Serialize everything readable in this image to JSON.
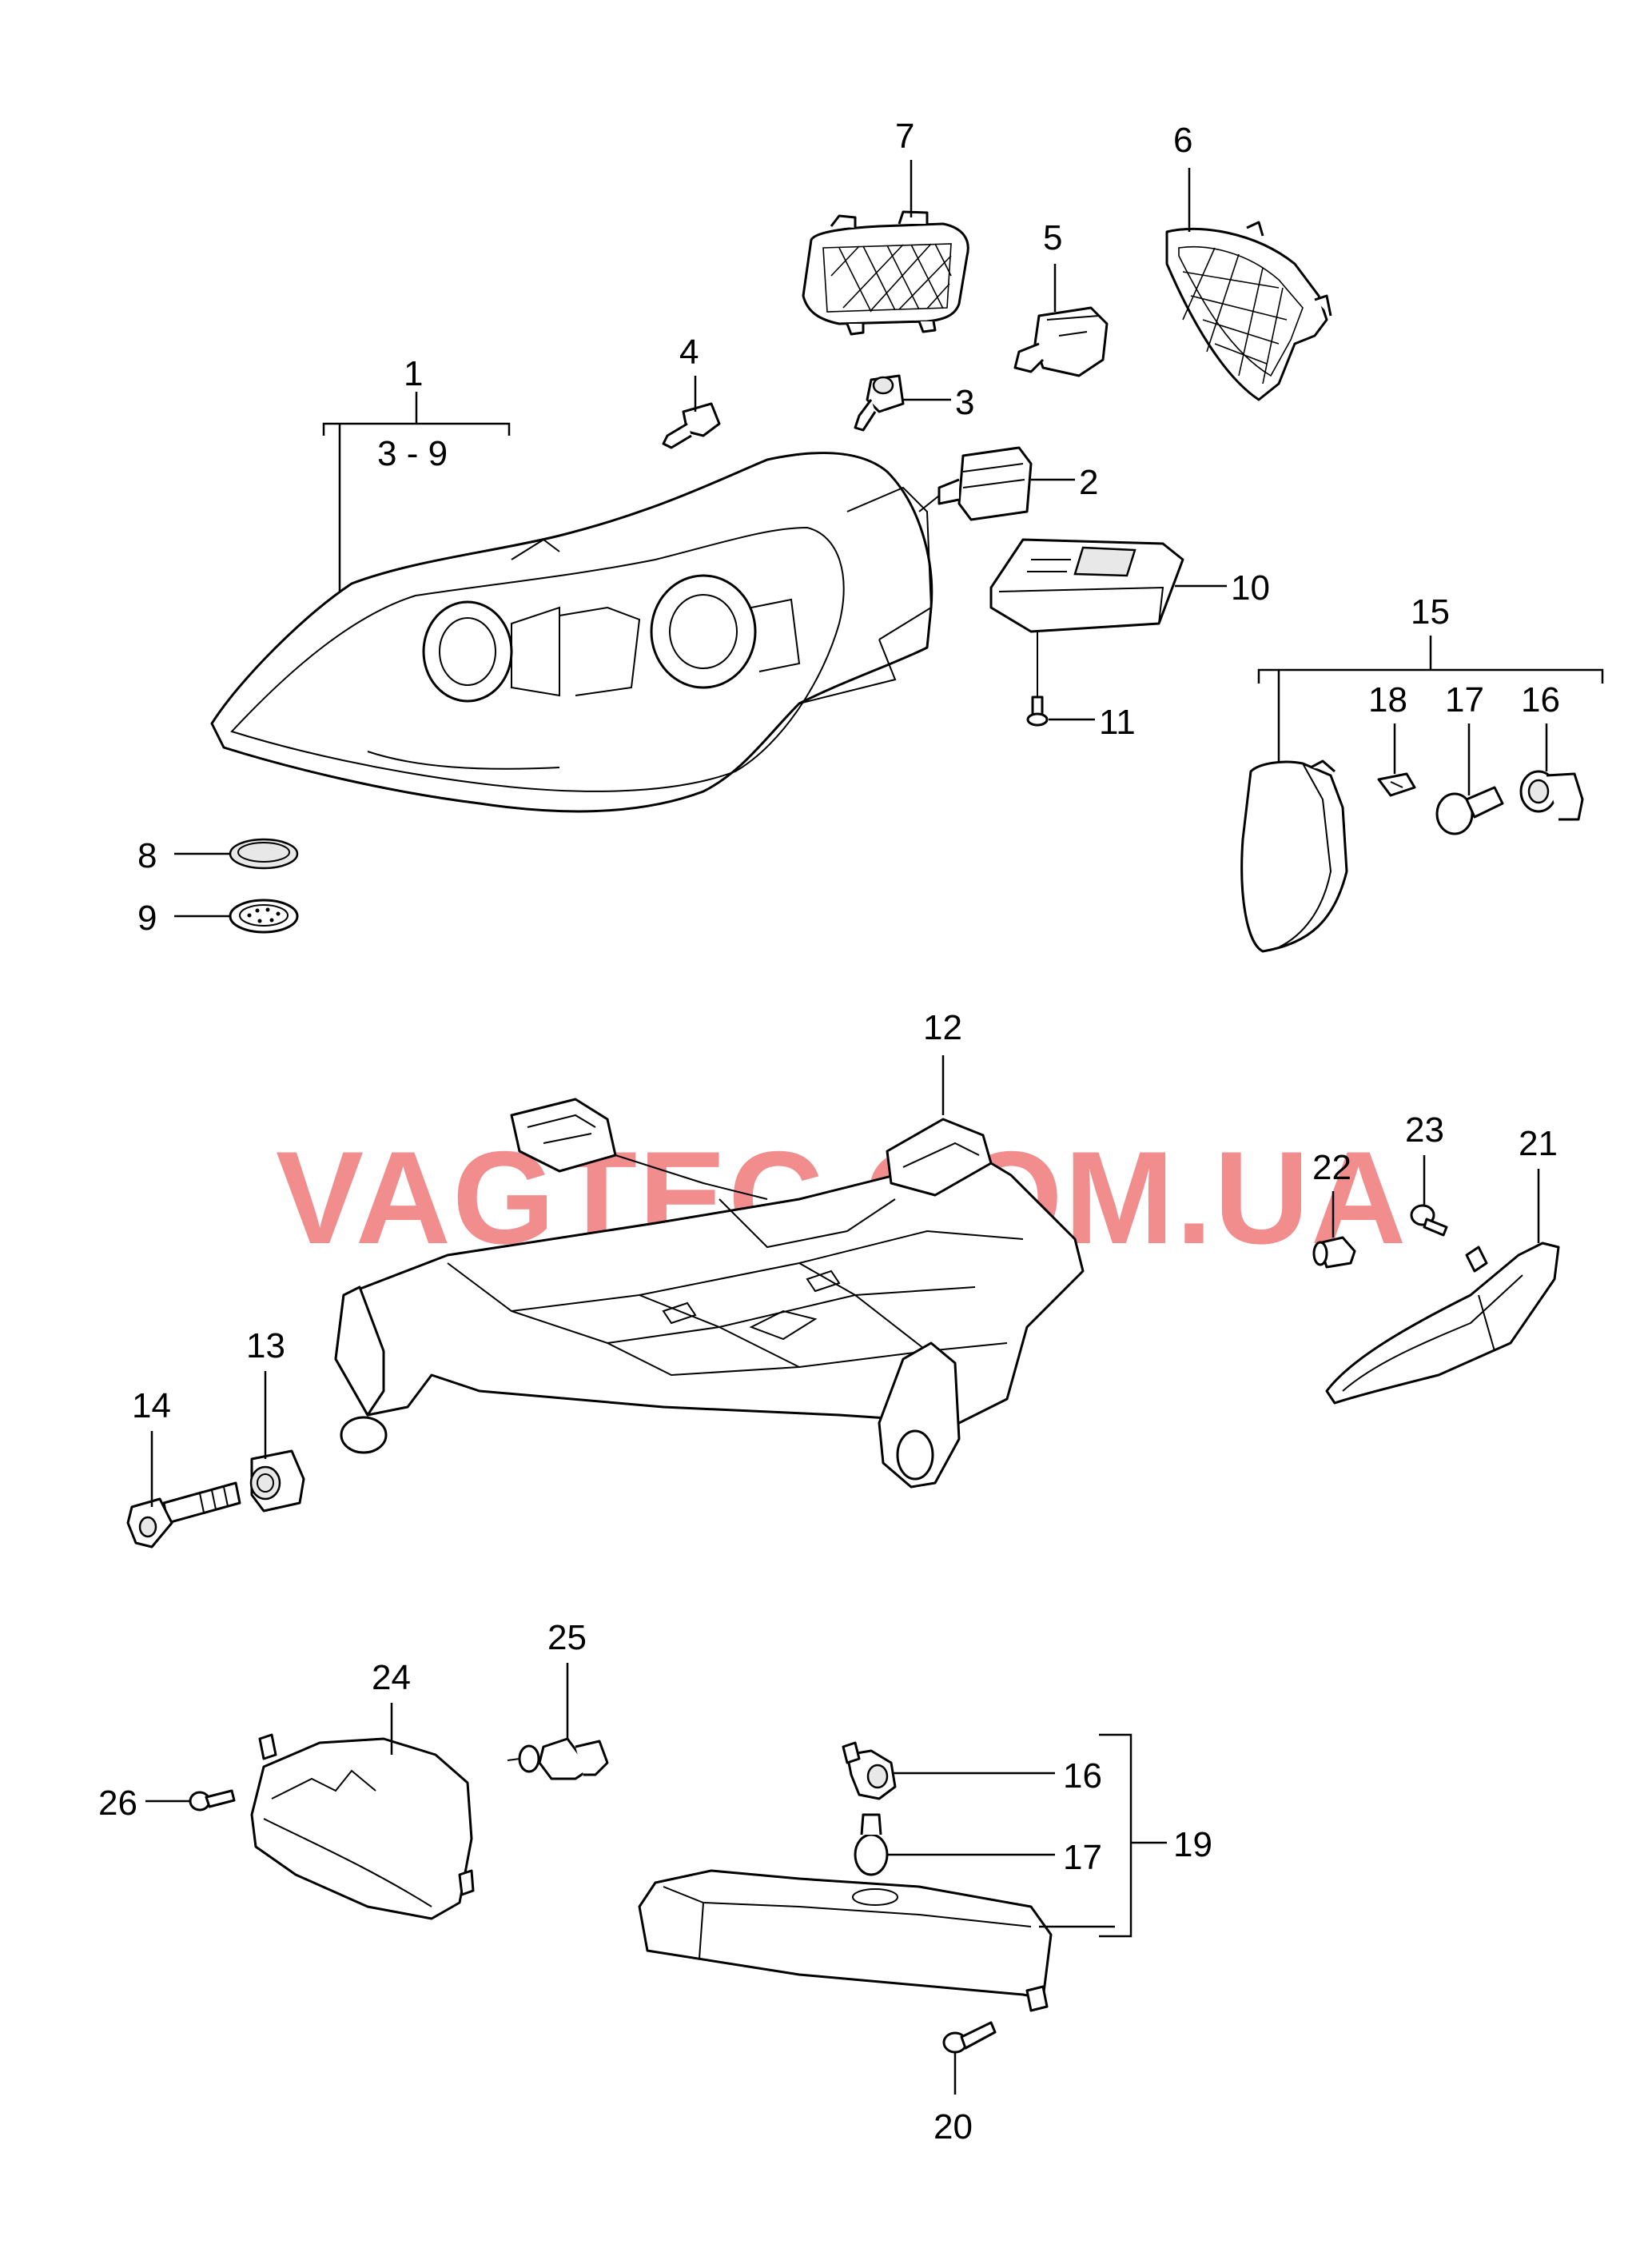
{
  "watermark": "VAGTEC.COM.UA",
  "labels": {
    "p1": "1",
    "range_1": "3 - 9",
    "p2": "2",
    "p3": "3",
    "p4": "4",
    "p5": "5",
    "p6": "6",
    "p7": "7",
    "p8": "8",
    "p9": "9",
    "p10": "10",
    "p11": "11",
    "p12": "12",
    "p13": "13",
    "p14": "14",
    "p15": "15",
    "p16a": "16",
    "p17a": "17",
    "p18": "18",
    "p16b": "16",
    "p17b": "17",
    "p19": "19",
    "p20": "20",
    "p21": "21",
    "p22": "22",
    "p23": "23",
    "p24": "24",
    "p25": "25",
    "p26": "26"
  }
}
